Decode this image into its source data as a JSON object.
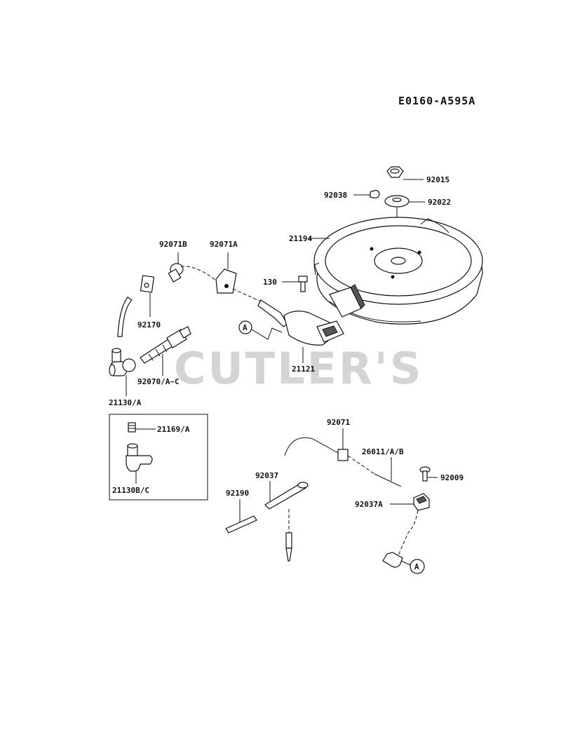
{
  "diagram": {
    "code": "E0160-A595A",
    "watermark": "CUTLER'S",
    "labels": {
      "p92015": "92015",
      "p92038": "92038",
      "p92022": "92022",
      "p21194": "21194",
      "p92071B": "92071B",
      "p92071A": "92071A",
      "p130": "130",
      "p92170": "92170",
      "pA1": "A",
      "p21121": "21121",
      "p92070": "92070/A~C",
      "p21130A": "21130/A",
      "p21169A": "21169/A",
      "p21130BC": "21130B/C",
      "p92071": "92071",
      "p26011": "26011/A/B",
      "p92037": "92037",
      "p92190": "92190",
      "p92009": "92009",
      "p92037A": "92037A",
      "pA2": "A"
    }
  }
}
